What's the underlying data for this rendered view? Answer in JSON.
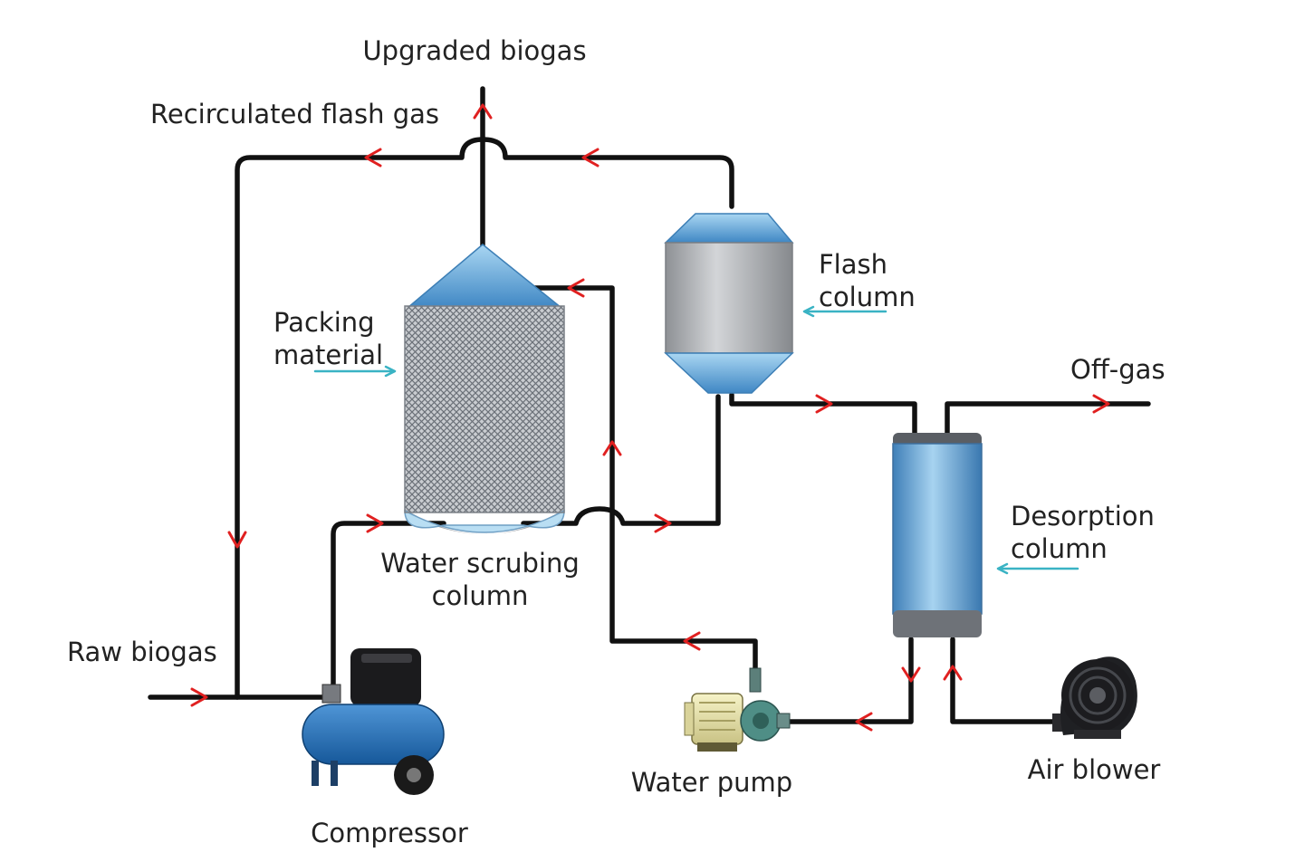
{
  "labels": {
    "upgraded_biogas": "Upgraded biogas",
    "recirculated_flash_gas": "Recirculated flash gas",
    "flash_column_line1": "Flash",
    "flash_column_line2": "column",
    "packing_material_line1": "Packing",
    "packing_material_line2": "material",
    "off_gas": "Off-gas",
    "desorption_column_line1": "Desorption",
    "desorption_column_line2": "column",
    "water_scrubing_column_line1": "Water scrubing",
    "water_scrubing_column_line2": "column",
    "raw_biogas": "Raw biogas",
    "water_pump": "Water pump",
    "air_blower": "Air blower",
    "compressor": "Compressor"
  },
  "colors": {
    "pipe": "#111111",
    "flow_arrow": "#e02020",
    "pointer_arrow": "#3ab3c4",
    "vessel_blue": "#5ea8d8",
    "vessel_gray": "#a9abae"
  }
}
